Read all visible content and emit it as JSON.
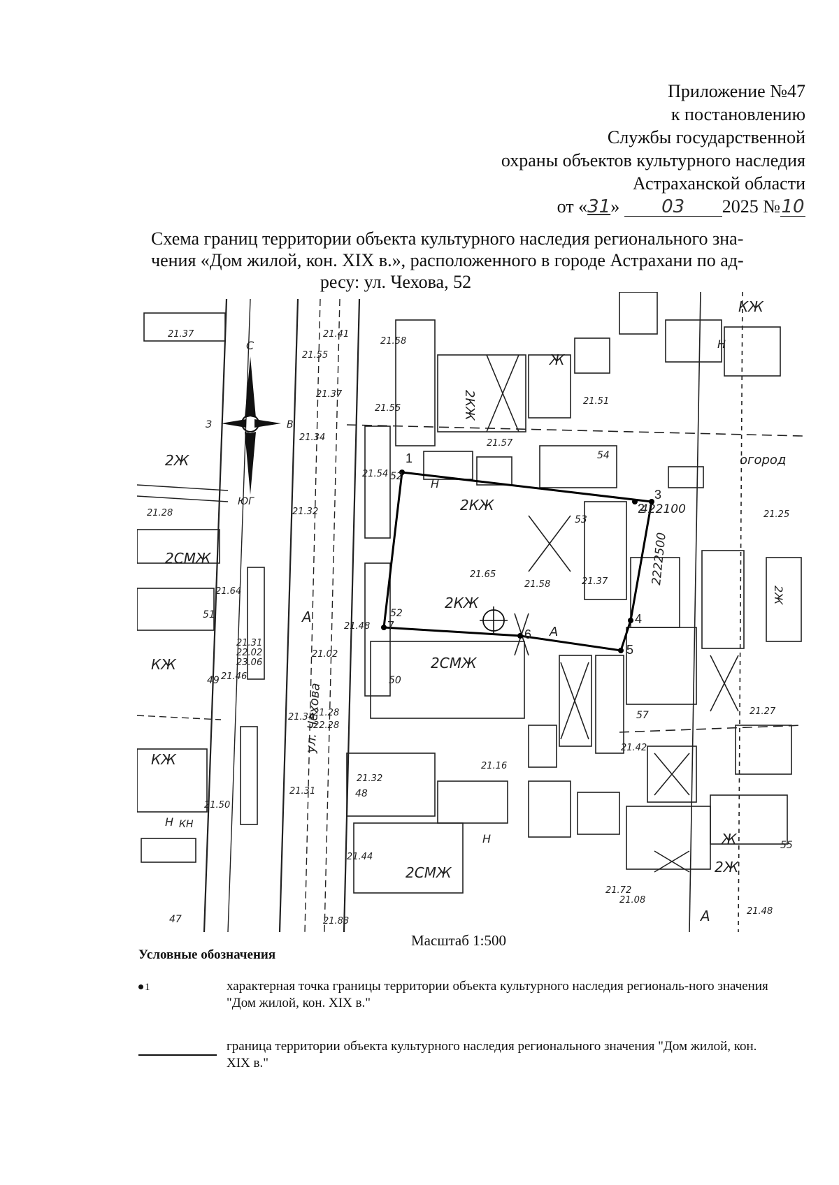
{
  "header": {
    "line1": "Приложение №47",
    "line2": "к постановлению",
    "line3": "Службы государственной",
    "line4": "охраны объектов культурного наследия",
    "line5": "Астраханской области",
    "date_prefix": "от «",
    "date_day": "31",
    "date_close": "»",
    "date_month": "03",
    "date_year": "2025 №",
    "doc_number": "10"
  },
  "title": {
    "line1": "Схема границ территории объекта культурного наследия регионального зна-",
    "line2": "чения «Дом жилой, кон. XIX в.», расположенного в городе Астрахани по ад-",
    "line3": "ресу: ул. Чехова, 52"
  },
  "map": {
    "compass": {
      "north": "С",
      "south": "ЮГ",
      "west": "З",
      "east": "В"
    },
    "boundary_points": [
      "1",
      "2",
      "3",
      "4",
      "5",
      "6",
      "7"
    ],
    "building_labels": [
      "2КЖ",
      "2КЖ",
      "2КЖ",
      "2СМЖ",
      "2СМЖ",
      "2СМЖ",
      "2Ж",
      "2Ж",
      "2Ж",
      "КЖ",
      "КЖ",
      "КЖ",
      "Ж",
      "Ж",
      "Н",
      "Н",
      "Н",
      "Н",
      "КН",
      "А",
      "А",
      "А"
    ],
    "street_label": "ул. Чехова",
    "garden_label": "огород",
    "coord_x": "422100",
    "coord_y": "2222500",
    "elevations": [
      "21.37",
      "21.55",
      "21.58",
      "21.41",
      "21.55",
      "21.37",
      "21.34",
      "21.54",
      "21.57",
      "21.51",
      "21.32",
      "21.28",
      "21.65",
      "21.58",
      "21.37",
      "21.25",
      "21.64",
      "21.31",
      "22.02",
      "23.06",
      "21.48",
      "21.46",
      "21.02",
      "21.28",
      "22.28",
      "21.34",
      "21.42",
      "21.27",
      "21.16",
      "21.32",
      "21.31",
      "21.50",
      "21.44",
      "21.83",
      "21.72",
      "21.08",
      "21.48"
    ],
    "house_numbers": [
      "52",
      "52",
      "50",
      "54",
      "53",
      "51",
      "49",
      "57",
      "48",
      "47",
      "55"
    ]
  },
  "scale": "Масштаб 1:500",
  "legend": {
    "title": "Условные обозначения",
    "point_symbol_label": "1",
    "point_text": "характерная точка границы территории объекта культурного наследия региональ-ного значения \"Дом жилой, кон. XIX в.\"",
    "line_text": "граница территории объекта культурного наследия регионального значения \"Дом жилой, кон. XIX в.\""
  }
}
